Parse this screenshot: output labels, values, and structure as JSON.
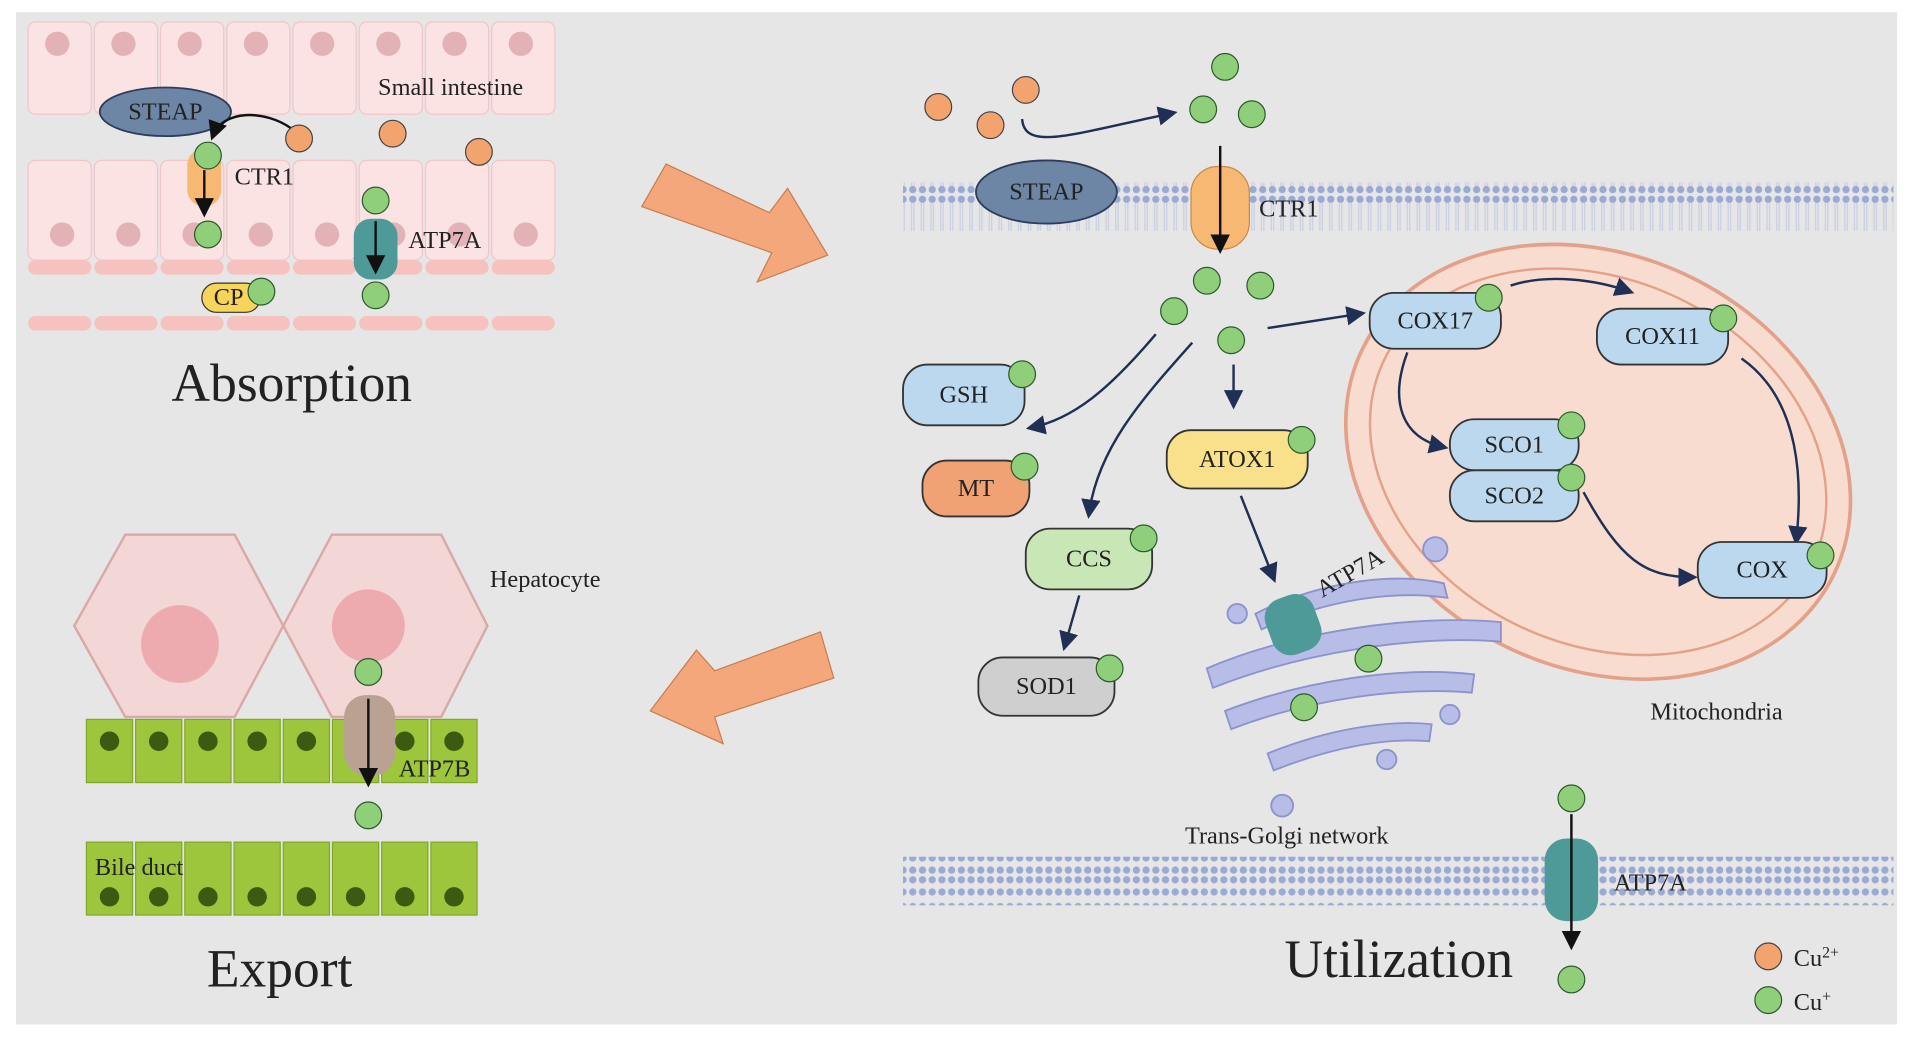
{
  "colors": {
    "background": "#e6e6e6",
    "cu2_orange": "#f3a46e",
    "cu1_green": "#8fcf7a",
    "arrow_orange": "#f4a77a",
    "steap": "#6e86a6",
    "protein_blue": "#bcd8ee",
    "teal_atp7a": "#4d9a99",
    "atp7b": "#b9a292",
    "membrane": "#9aaad4"
  },
  "absorption": {
    "title": "Absorption",
    "tissue_label": "Small intestine",
    "steap": "STEAP",
    "ctr1": "CTR1",
    "atp7a": "ATP7A",
    "cp": "CP"
  },
  "export": {
    "title": "Export",
    "hepatocyte_label": "Hepatocyte",
    "atp7b": "ATP7B",
    "bile_duct_label": "Bile duct"
  },
  "utilization": {
    "title": "Utilization",
    "steap": "STEAP",
    "ctr1": "CTR1",
    "proteins": {
      "gsh": "GSH",
      "mt": "MT",
      "ccs": "CCS",
      "sod1": "SOD1",
      "atox1": "ATOX1",
      "cox17": "COX17",
      "cox11": "COX11",
      "sco1": "SCO1",
      "sco2": "SCO2",
      "cox": "COX"
    },
    "golgi_atp7a": "ATP7A",
    "golgi_label": "Trans-Golgi network",
    "mito_label": "Mitochondria",
    "membrane_atp7a": "ATP7A"
  },
  "legend": {
    "items": [
      {
        "base": "Cu",
        "sup": "2+",
        "icon": "cu2-ion-icon"
      },
      {
        "base": "Cu",
        "sup": "+",
        "icon": "cu1-ion-icon"
      }
    ]
  }
}
